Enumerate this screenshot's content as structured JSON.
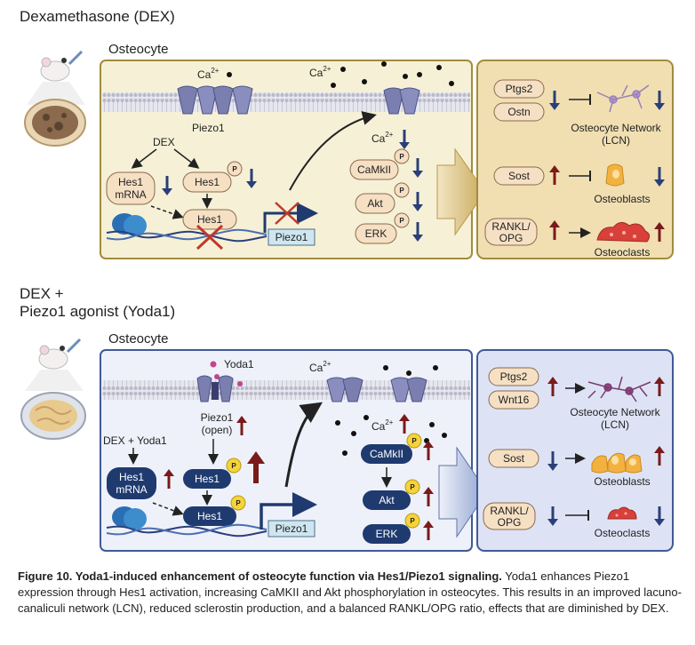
{
  "panel_top": {
    "title": "Dexamethasone (DEX)",
    "cell_label": "Osteocyte",
    "ca_top": "Ca",
    "ca_right": "Ca",
    "ca_inner": "Ca",
    "ca_sup": "2+",
    "piezo_label": "Piezo1",
    "dex_label": "DEX",
    "hes1_mrna_line1": "Hes1",
    "hes1_mrna_line2": "mRNA",
    "hes1_p": "Hes1",
    "hes1_dna": "Hes1",
    "piezo_gene": "Piezo1",
    "camk": "CaMkII",
    "akt": "Akt",
    "erk": "ERK",
    "p_mark": "P",
    "ptgs2": "Ptgs2",
    "ostn": "Ostn",
    "sost": "Sost",
    "rankl_line1": "RANKL/",
    "rankl_line2": "OPG",
    "network_line1": "Osteocyte Network",
    "network_line2": "(LCN)",
    "osteoblasts": "Osteoblasts",
    "osteoclasts": "Osteoclasts"
  },
  "panel_bottom": {
    "title_line1": "DEX +",
    "title_line2": "Piezo1 agonist (Yoda1)",
    "cell_label": "Osteocyte",
    "yoda1": "Yoda1",
    "ca_top": "Ca",
    "ca_inner": "Ca",
    "ca_sup": "2+",
    "piezo_line1": "Piezo1",
    "piezo_line2": "(open)",
    "dex_yoda": "DEX + Yoda1",
    "hes1_mrna_line1": "Hes1",
    "hes1_mrna_line2": "mRNA",
    "hes1_p": "Hes1",
    "hes1_dna": "Hes1",
    "piezo_gene": "Piezo1",
    "camk": "CaMkII",
    "akt": "Akt",
    "erk": "ERK",
    "p_mark": "P",
    "ptgs2": "Ptgs2",
    "wnt16": "Wnt16",
    "sost": "Sost",
    "rankl_line1": "RANKL/",
    "rankl_line2": "OPG",
    "network_line1": "Osteocyte Network",
    "network_line2": "(LCN)",
    "osteoblasts": "Osteoblasts",
    "osteoclasts": "Osteoclasts"
  },
  "caption": {
    "bold": "Figure 10. Yoda1-induced enhancement of osteocyte function via Hes1/Piezo1 signaling.",
    "text": " Yoda1 enhances Piezo1 expression through Hes1 activation, increasing CaMKII and Akt phosphorylation in osteocytes. This results in an improved lacuno-canaliculi network (LCN), reduced sclerostin production, and a balanced RANKL/OPG ratio, effects that are diminished by DEX."
  },
  "colors": {
    "top_cell_fill": "#f6f1d6",
    "top_cell_stroke": "#a38b3e",
    "top_out_fill": "#f1dfb2",
    "bottom_cell_fill": "#eef1f9",
    "bottom_cell_stroke": "#3f5a96",
    "bottom_out_fill": "#dde3f5",
    "pill_fill": "#f6e0c4",
    "pill_dark": "#1f3a6f",
    "arrow_up": "#7a1a1a",
    "arrow_down": "#2a3f7a",
    "p_badge_top": "#f6e0c4",
    "p_badge_bottom": "#f5d33a",
    "cross": "#c0392b"
  }
}
